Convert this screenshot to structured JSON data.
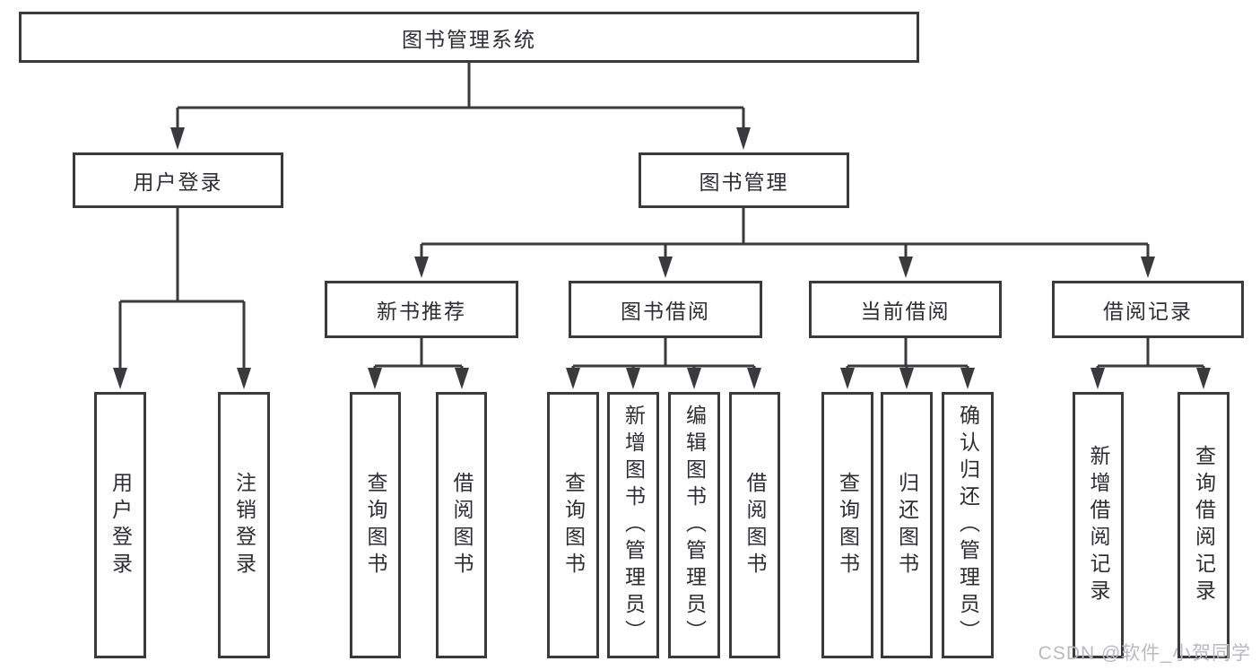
{
  "nodes": {
    "root": "图书管理系统",
    "user_login": "用户登录",
    "book_mgmt": "图书管理",
    "new_book_rec": "新书推荐",
    "book_borrow": "图书借阅",
    "current_borrow": "当前借阅",
    "borrow_records": "借阅记录",
    "user": [
      "用户登录",
      "注销登录"
    ],
    "rec": [
      "查询图书",
      "借阅图书"
    ],
    "borrow": [
      "查询图书",
      "新增图书（管理员）",
      "编辑图书（管理员）",
      "借阅图书"
    ],
    "current": [
      "查询图书",
      "归还图书",
      "确认归还（管理员）"
    ],
    "records": [
      "新增借阅记录",
      "查询借阅记录"
    ]
  },
  "watermark": {
    "text": "CSDN @软件_小贺同学",
    "color": "#b9b9bf"
  },
  "colors": {
    "line": "#3a3a3e",
    "text": "#2e2e32",
    "background": "#ffffff"
  }
}
